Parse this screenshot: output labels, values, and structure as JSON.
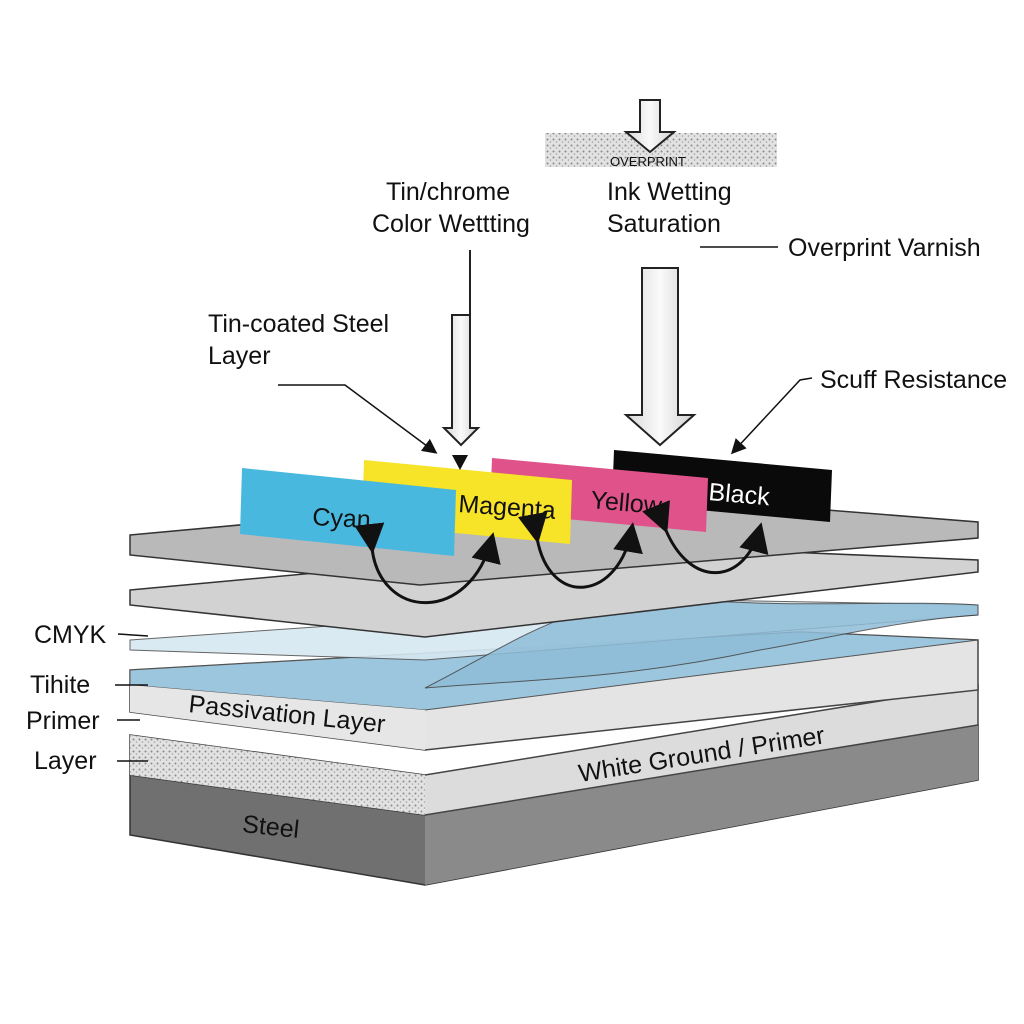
{
  "labels": {
    "overprint_band": "OVERPRINT",
    "tin_chrome": [
      "Tin/chrome",
      "Color Wettting"
    ],
    "ink_wetting": [
      "Ink Wetting",
      "Saturation"
    ],
    "overprint_varnish": "Overprint Varnish",
    "tin_coated": [
      "Tin-coated Steel",
      "Layer"
    ],
    "scuff": "Scuff Resistance",
    "cmyk": "CMYK",
    "tihite": "Tihite",
    "primer": "Primer",
    "layer": "Layer",
    "passivation": "Passivation Layer",
    "white_ground": "White Ground / Primer",
    "steel": "Steel"
  },
  "cards": [
    {
      "label": "Cyan",
      "color": "#48b8de"
    },
    {
      "label": "Magenta",
      "color": "#f7e327"
    },
    {
      "label": "Yellow",
      "color": "#e0528a"
    },
    {
      "label": "Black",
      "color": "#0a0a0a"
    }
  ],
  "colors": {
    "steel": "#6f6f6f",
    "plate": "#c9c9c9",
    "film": "#cfe3ee",
    "passivation": "#9cc6de"
  }
}
